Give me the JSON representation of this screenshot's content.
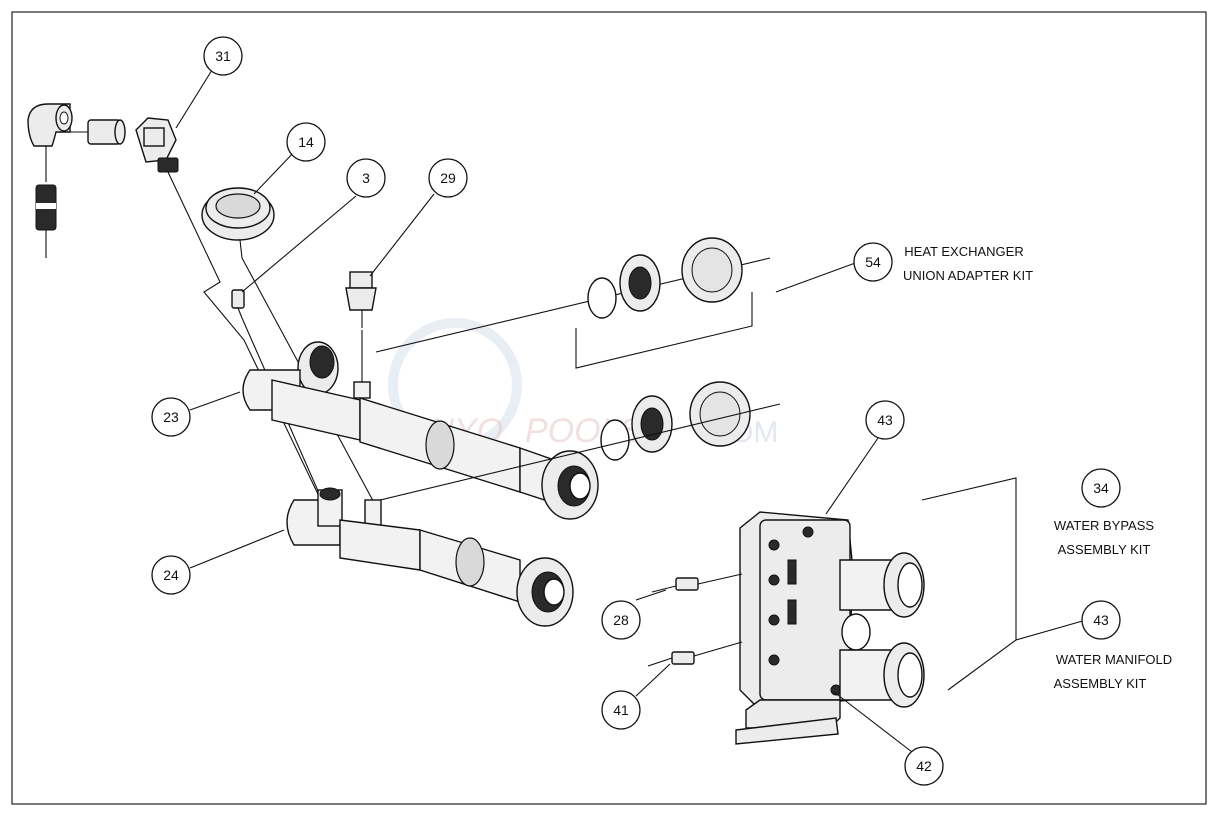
{
  "callouts": [
    {
      "id": "c31",
      "number": "31"
    },
    {
      "id": "c14",
      "number": "14"
    },
    {
      "id": "c3",
      "number": "3"
    },
    {
      "id": "c29",
      "number": "29"
    },
    {
      "id": "c54",
      "number": "54"
    },
    {
      "id": "c23",
      "number": "23"
    },
    {
      "id": "c43a",
      "number": "43"
    },
    {
      "id": "c34",
      "number": "34"
    },
    {
      "id": "c24",
      "number": "24"
    },
    {
      "id": "c28",
      "number": "28"
    },
    {
      "id": "c43b",
      "number": "43"
    },
    {
      "id": "c41",
      "number": "41"
    },
    {
      "id": "c42",
      "number": "42"
    }
  ],
  "labels": {
    "heat_exchanger_line1": "HEAT EXCHANGER",
    "heat_exchanger_line2": "UNION ADAPTER KIT",
    "bypass_line1": "WATER BYPASS",
    "bypass_line2": "ASSEMBLY KIT",
    "manifold_line1": "WATER MANIFOLD",
    "manifold_line2": "ASSEMBLY KIT"
  },
  "watermark": {
    "brand_part1": "INYO",
    "brand_part2": "POOLS",
    "brand_part3": ".COM"
  }
}
